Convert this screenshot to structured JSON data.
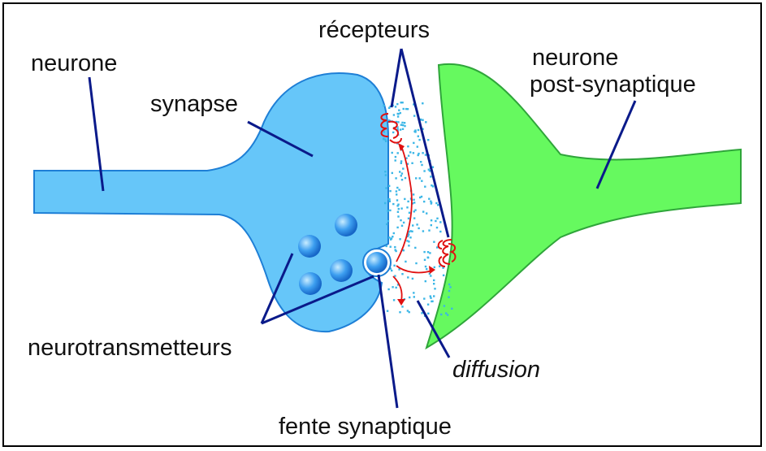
{
  "labels": {
    "neurone": "neurone",
    "synapse": "synapse",
    "recepteurs": "récepteurs",
    "post_line1": "neurone",
    "post_line2": "post-synaptique",
    "neurotransmetteurs": "neurotransmetteurs",
    "diffusion": "diffusion",
    "fente": "fente synaptique"
  },
  "colors": {
    "pre_neuron_fill": "#66c6f9",
    "pre_neuron_stroke": "#1e7fd6",
    "post_neuron_fill": "#66f95f",
    "post_neuron_stroke": "#2fa53a",
    "pointer_line": "#0a1a8a",
    "receptor": "#e01010",
    "vesicle": "#2e8fe6",
    "diffusion_dots": "#3bb6e6"
  }
}
